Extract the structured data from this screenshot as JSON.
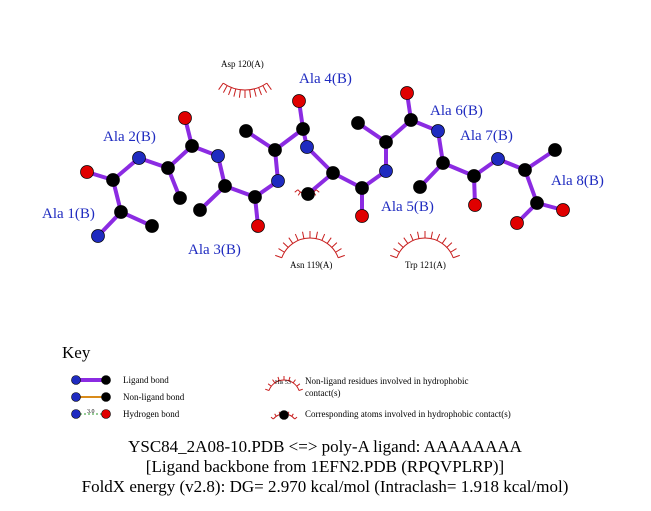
{
  "colors": {
    "ligand_bond": "#8b2be2",
    "nonligand_bond": "#d98b1a",
    "hbond": "#2e9a2e",
    "hydrophobic": "#c81e1e",
    "carbon": "#000000",
    "nitrogen": "#1f2bc0",
    "oxygen": "#e00000",
    "label": "#1f2bc0"
  },
  "residues": [
    {
      "label": "Ala 1(B)"
    },
    {
      "label": "Ala 2(B)"
    },
    {
      "label": "Ala 3(B)"
    },
    {
      "label": "Ala 4(B)"
    },
    {
      "label": "Ala 5(B)"
    },
    {
      "label": "Ala 6(B)"
    },
    {
      "label": "Ala 7(B)"
    },
    {
      "label": "Ala 8(B)"
    }
  ],
  "hydrophobic_contacts": [
    {
      "label": "Asp 120(A)"
    },
    {
      "label": "Asn 119(A)"
    },
    {
      "label": "Trp 121(A)"
    }
  ],
  "key": {
    "title": "Key",
    "ligand_bond": "Ligand bond",
    "nonligand_bond": "Non-ligand bond",
    "hydrogen_bond": "Hydrogen bond",
    "hbond_distance": "3.0",
    "his_label": "His 53",
    "nonligand_residues_line1": "Non-ligand residues involved in hydrophobic",
    "nonligand_residues_line2": "contact(s)",
    "corresponding_atoms": "Corresponding atoms involved in hydrophobic contact(s)"
  },
  "footer": {
    "line1": "YSC84_2A08-10.PDB <=> poly-A ligand: AAAAAAAA",
    "line2": "[Ligand backbone from 1EFN2.PDB (RPQVPLRP)]",
    "line3": "FoldX energy (v2.8): DG= 2.970 kcal/mol (Intraclash= 1.918 kcal/mol)"
  }
}
